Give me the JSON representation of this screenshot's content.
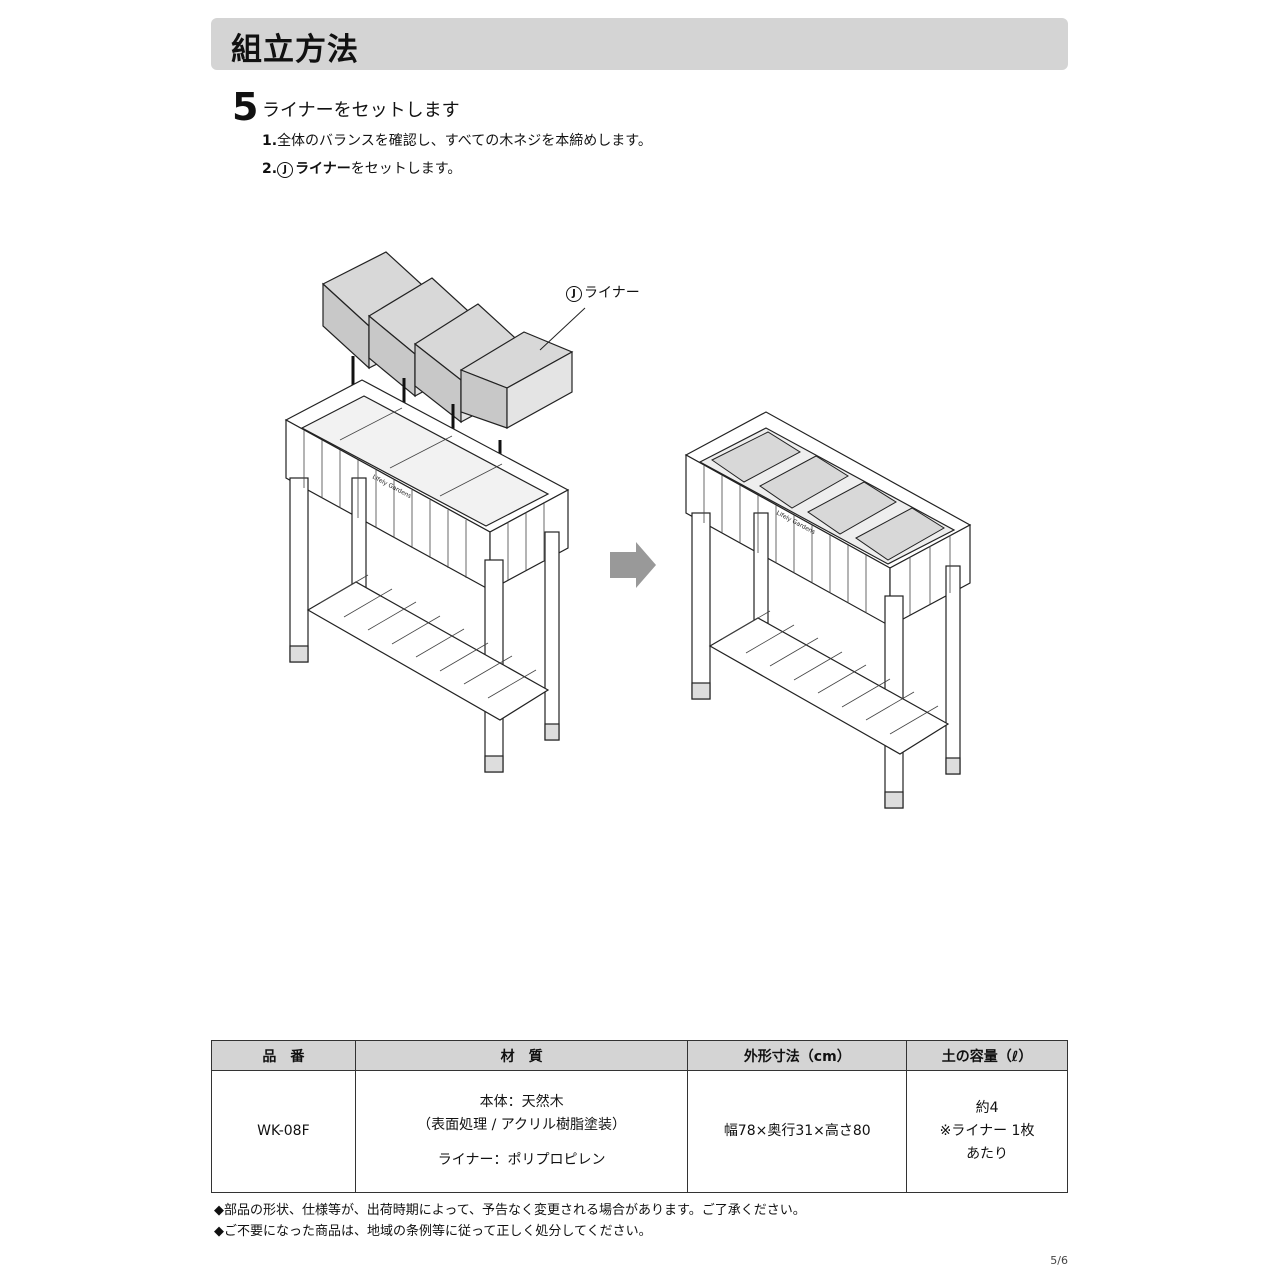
{
  "header": {
    "title": "組立方法"
  },
  "step": {
    "number": "5",
    "title": "ライナーをセットします",
    "instructions": [
      {
        "num": "1.",
        "text": "全体のバランスを確認し、すべての木ネジを本締めします。"
      },
      {
        "num": "2.",
        "part_mark": "J",
        "bold": "ライナー",
        "text": "をセットします。"
      }
    ]
  },
  "figure": {
    "callout": {
      "part_mark": "J",
      "label": "ライナー"
    },
    "brand_text": "Lifely Gardens"
  },
  "spec_table": {
    "headers": [
      "品　番",
      "材　質",
      "外形寸法（cm）",
      "土の容量（ℓ）"
    ],
    "row": {
      "model": "WK-08F",
      "material_line1": "本体：天然木",
      "material_line2": "（表面処理 / アクリル樹脂塗装）",
      "material_line3": "ライナー：ポリプロピレン",
      "size": "幅78×奥行31×高さ80",
      "capacity_line1": "約4",
      "capacity_line2": "※ライナー 1枚",
      "capacity_line3": "あたり"
    }
  },
  "notes": [
    "◆部品の形状、仕様等が、出荷時期によって、予告なく変更される場合があります。ご了承ください。",
    "◆ご不要になった商品は、地域の条例等に従って正しく処分してください。"
  ],
  "page": {
    "number": "5/6"
  },
  "colors": {
    "header_bg": "#d4d4d4",
    "arrow": "#999999",
    "liner_fill": "#d8d8d8"
  }
}
